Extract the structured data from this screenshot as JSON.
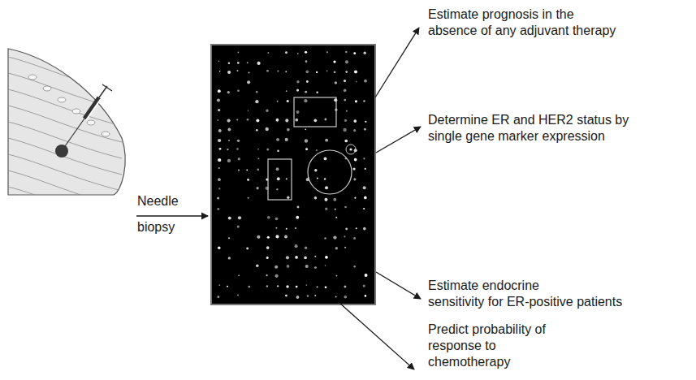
{
  "diagram": {
    "labels": [
      "Needle biopsy",
      "Estimate prognosis in the absence of any adjuvant therapy",
      "Determine ER and HER2 status by single gene marker expression",
      "Estimate endocrine sensitivity for ER-positive patients",
      "Predict probability of response to chemotherapy"
    ]
  }
}
